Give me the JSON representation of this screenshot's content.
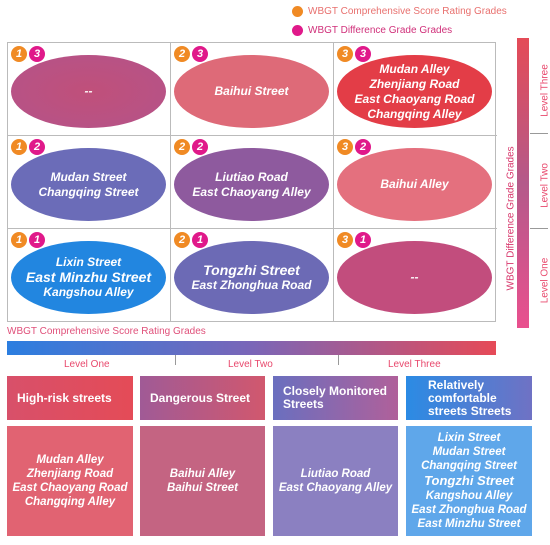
{
  "legend": {
    "comprehensive": "WBGT Comprehensive Score Rating Grades",
    "difference": "WBGT Difference Grade Grades",
    "colors": {
      "comprehensive": "#f08a24",
      "difference": "#e0198a"
    }
  },
  "matrix": {
    "cells": [
      {
        "badges": [
          "1",
          "3"
        ],
        "lines": [
          "--"
        ]
      },
      {
        "badges": [
          "2",
          "3"
        ],
        "lines": [
          "Baihui Street"
        ]
      },
      {
        "badges": [
          "3",
          "3"
        ],
        "lines": [
          "Mudan Alley",
          "Zhenjiang Road",
          "East Chaoyang Road",
          "Changqing Alley"
        ]
      },
      {
        "badges": [
          "1",
          "2"
        ],
        "lines": [
          "Mudan Street",
          "Changqing Street"
        ]
      },
      {
        "badges": [
          "2",
          "2"
        ],
        "lines": [
          "Liutiao Road",
          "East Chaoyang Alley"
        ]
      },
      {
        "badges": [
          "3",
          "2"
        ],
        "lines": [
          "Baihui Alley"
        ]
      },
      {
        "badges": [
          "1",
          "1"
        ],
        "lines": [
          "Lixin Street",
          "East Minzhu Street",
          "Kangshou Alley"
        ]
      },
      {
        "badges": [
          "2",
          "1"
        ],
        "lines": [
          "Tongzhi Street",
          "East Zhonghua Road"
        ]
      },
      {
        "badges": [
          "3",
          "1"
        ],
        "lines": [
          "--"
        ]
      }
    ]
  },
  "vertical_axis": {
    "title": "WBGT Difference Grade Grades",
    "levels": [
      "Level Three",
      "Level Two",
      "Level One"
    ]
  },
  "horizontal_axis": {
    "title": "WBGT Comprehensive Score Rating Grades",
    "levels": [
      "Level One",
      "Level Two",
      "Level Three"
    ]
  },
  "categories": [
    {
      "title": "High-risk streets",
      "streets": [
        "Mudan Alley",
        "Zhenjiang Road",
        "East Chaoyang Road",
        "Changqing Alley"
      ]
    },
    {
      "title": "Dangerous Street",
      "streets": [
        "Baihui Alley",
        "Baihui Street"
      ]
    },
    {
      "title": "Closely Monitored Streets",
      "streets": [
        "Liutiao Road",
        "East Chaoyang Alley"
      ]
    },
    {
      "title": "Relatively comfortable streets Streets",
      "streets": [
        "Lixin Street",
        "Mudan Street",
        "Changqing Street",
        "Tongzhi Street",
        "Kangshou Alley",
        "East Zhonghua Road",
        "East Minzhu Street"
      ]
    }
  ]
}
